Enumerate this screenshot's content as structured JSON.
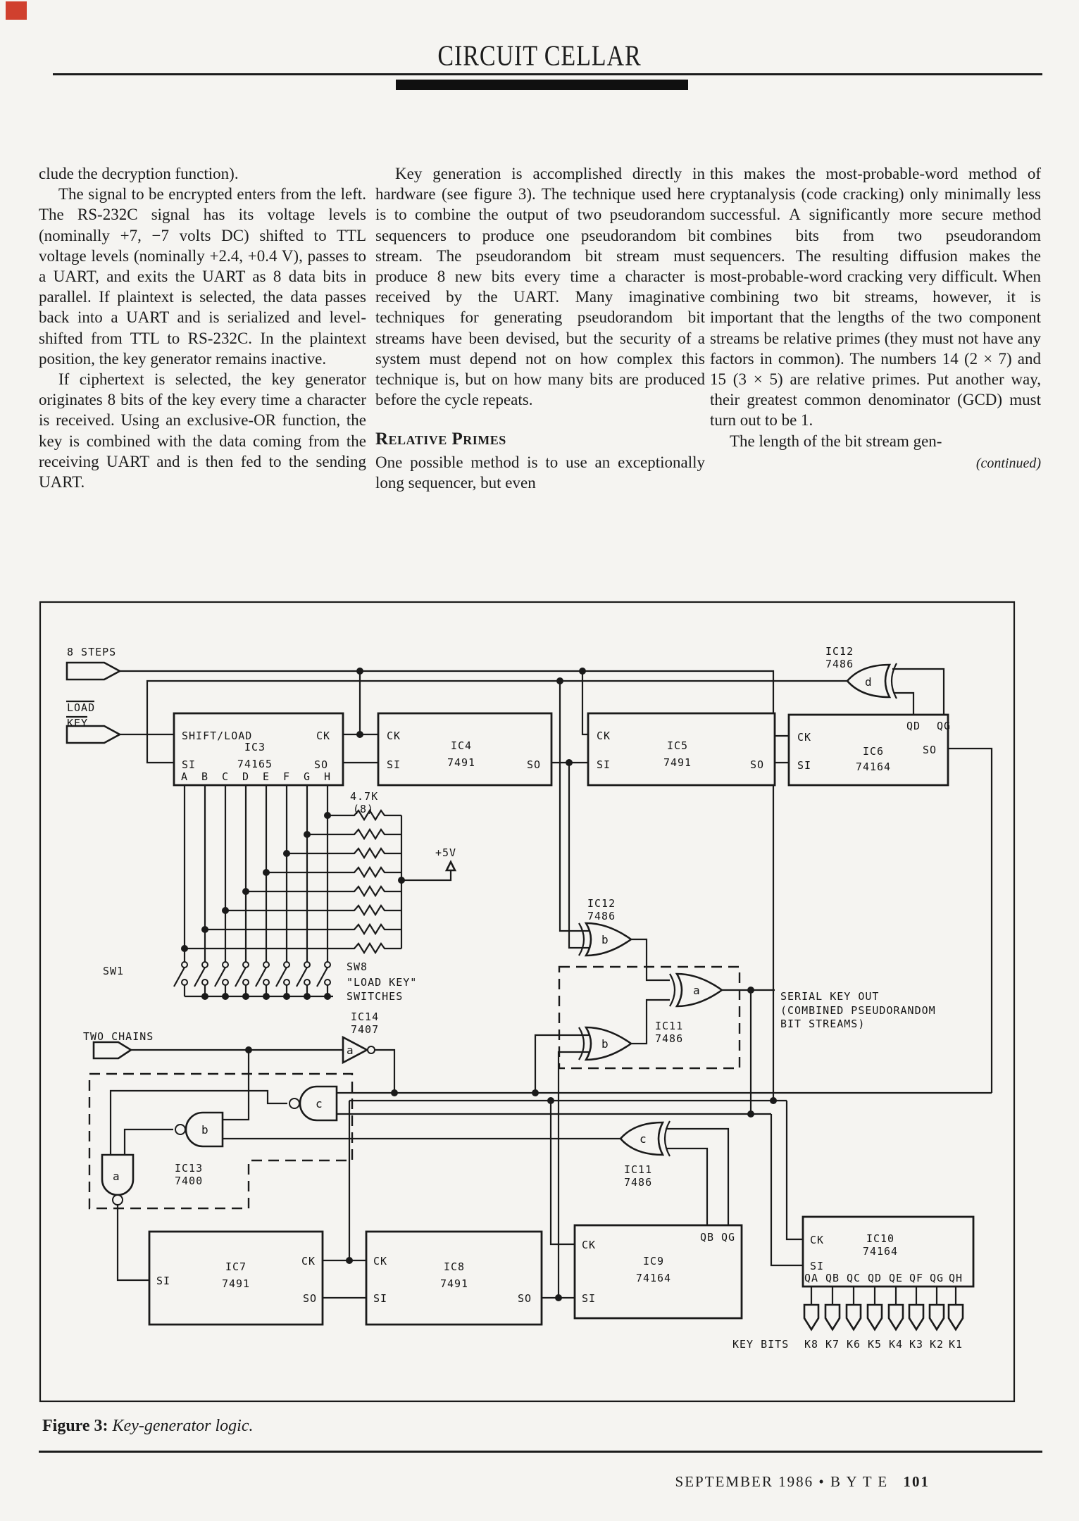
{
  "page": {
    "header_title": "CIRCUIT CELLAR",
    "figure_caption_label": "Figure 3:",
    "figure_caption_text": "Key-generator logic.",
    "footer_text": "SEPTEMBER 1986 • B Y T E",
    "footer_page": "101"
  },
  "article": {
    "col1": {
      "p1": "clude the decryption function).",
      "p2": "The signal to be encrypted enters from the left. The RS-232C signal has its voltage levels (nominally +7, −7 volts DC) shifted to TTL voltage levels (nominally +2.4, +0.4 V), passes to a UART, and exits the UART as 8 data bits in parallel. If plaintext is selected, the data passes back into a UART and is serialized and level-shifted from TTL to RS-232C. In the plaintext position, the key generator remains inactive.",
      "p3": "If ciphertext is selected, the key generator originates 8 bits of the key every time a character is received. Using an exclusive-OR function, the key is combined with the data coming from the receiving UART and is then fed to the sending UART."
    },
    "col2": {
      "p1": "Key generation is accomplished directly in hardware (see figure 3). The technique used here is to combine the output of two pseudorandom sequencers to produce one pseudorandom bit stream. The pseudorandom bit stream must produce 8 new bits every time a character is received by the UART. Many imaginative techniques for generating pseudorandom bit streams have been devised, but the security of a system must depend not on how complex this technique is, but on how many bits are produced before the cycle repeats.",
      "heading": "Relative Primes",
      "p2": "One possible method is to use an exceptionally long sequencer, but even"
    },
    "col3": {
      "p1": "this makes the most-probable-word method of cryptanalysis (code cracking) only minimally less successful. A significantly more secure method combines bits from two pseudorandom sequencers. The resulting diffusion makes the most-probable-word cracking very difficult. When combining two bit streams, however, it is important that the lengths of the two component streams be relative primes (they must not have any factors in common). The numbers 14 (2 × 7) and 15 (3 × 5) are relative primes. Put another way, their greatest common denominator (GCD) must turn out to be 1.",
      "p2": "The length of the bit stream gen-",
      "continued": "(continued)"
    }
  },
  "diagram": {
    "labels": {
      "steps": "8 STEPS",
      "load": "LOAD",
      "key": "KEY",
      "two_chains": "TWO CHAINS",
      "shift_load": "SHIFT/LOAD",
      "ck": "CK",
      "si": "SI",
      "so": "SO",
      "ic3": "IC3",
      "p74165": "74165",
      "ic4": "IC4",
      "ic5": "IC5",
      "p7491": "7491",
      "ic6": "IC6",
      "p74164": "74164",
      "ic7": "IC7",
      "ic8": "IC8",
      "ic9": "IC9",
      "ic10": "IC10",
      "ic11": "IC11",
      "ic12": "IC12",
      "ic13": "IC13",
      "ic14": "IC14",
      "p7486": "7486",
      "p7400": "7400",
      "p7407": "7407",
      "ga": "a",
      "gb": "b",
      "gc": "c",
      "gd": "d",
      "pins": [
        "A",
        "B",
        "C",
        "D",
        "E",
        "F",
        "G",
        "H"
      ],
      "qd": "QD",
      "qg": "QG",
      "qb": "QB",
      "qrow": [
        "QA",
        "QB",
        "QC",
        "QD",
        "QE",
        "QF",
        "QG",
        "QH"
      ],
      "r47k": "4.7K",
      "r8": "(8)",
      "v5": "+5V",
      "sw1": "SW1",
      "sw8": "SW8",
      "loadkey_sw": "\"LOAD KEY\"",
      "switches": "SWITCHES",
      "serial1": "SERIAL KEY OUT",
      "serial2": "(COMBINED PSEUDORANDOM",
      "serial3": "BIT STREAMS)",
      "key_bits": "KEY BITS",
      "kbits": [
        "K8",
        "K7",
        "K6",
        "K5",
        "K4",
        "K3",
        "K2",
        "K1"
      ]
    }
  }
}
